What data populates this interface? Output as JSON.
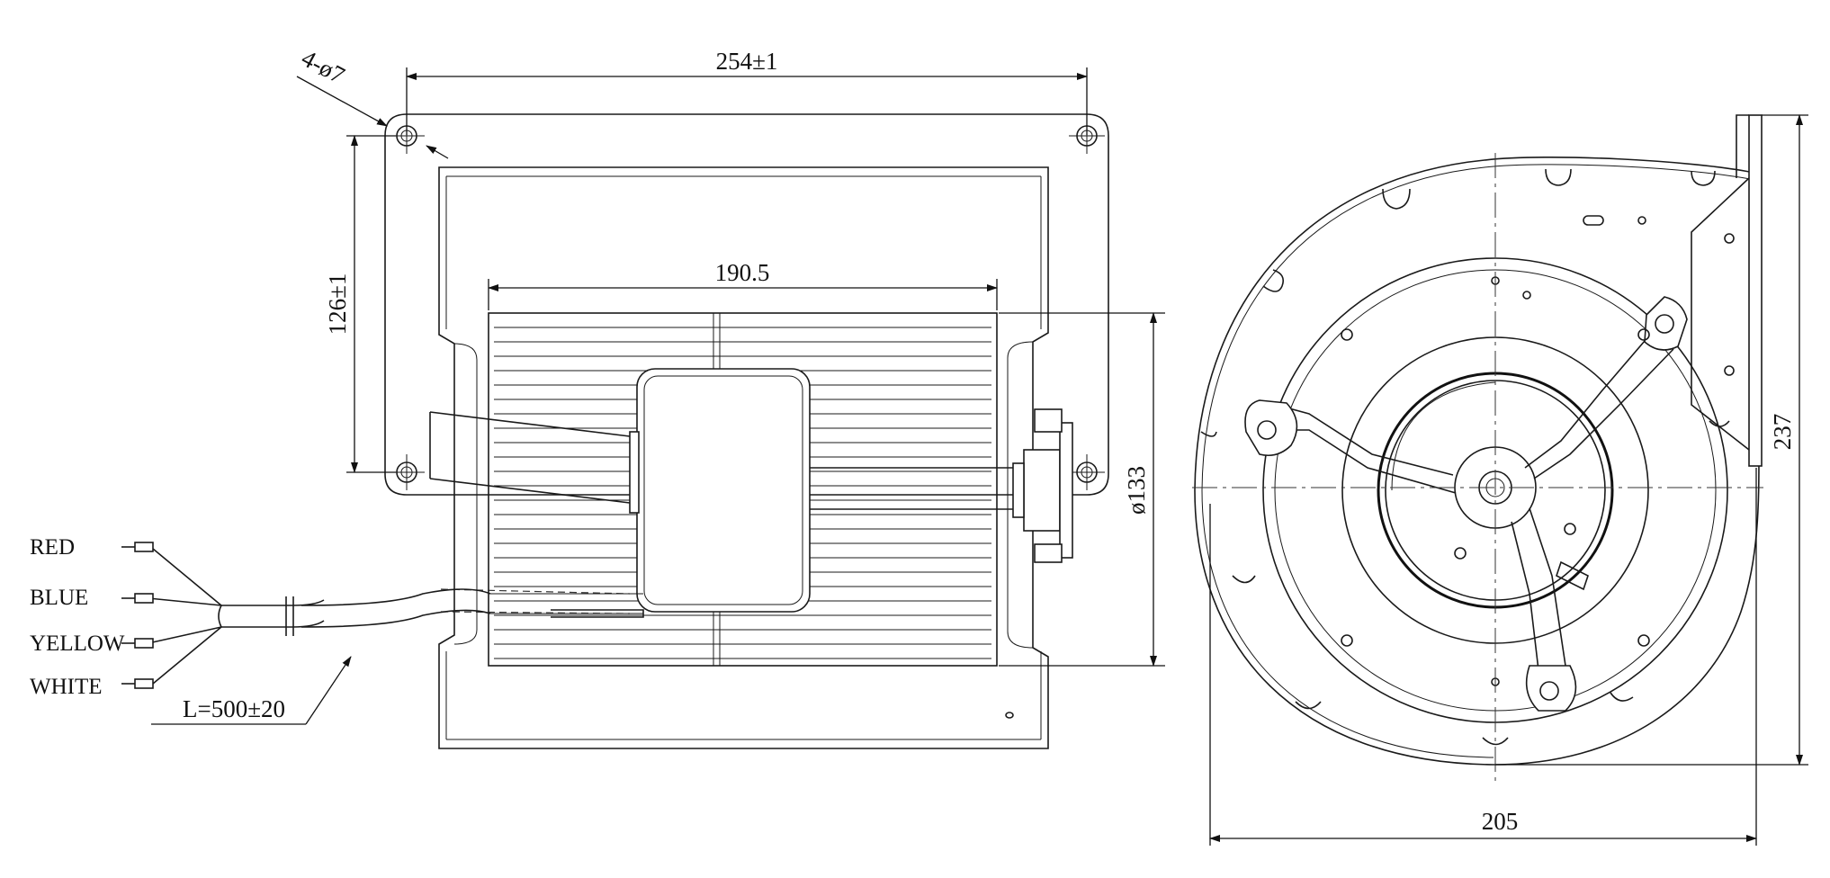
{
  "dimensions": {
    "overall_width": "254±1",
    "holes": "4-ø7",
    "hole_spacing": "126±1",
    "motor_length": "190.5",
    "motor_diameter": "ø133",
    "housing_height": "237",
    "housing_width": "205",
    "lead_length": "L=500±20"
  },
  "wires": [
    "RED",
    "BLUE",
    "YELLOW",
    "WHITE"
  ]
}
